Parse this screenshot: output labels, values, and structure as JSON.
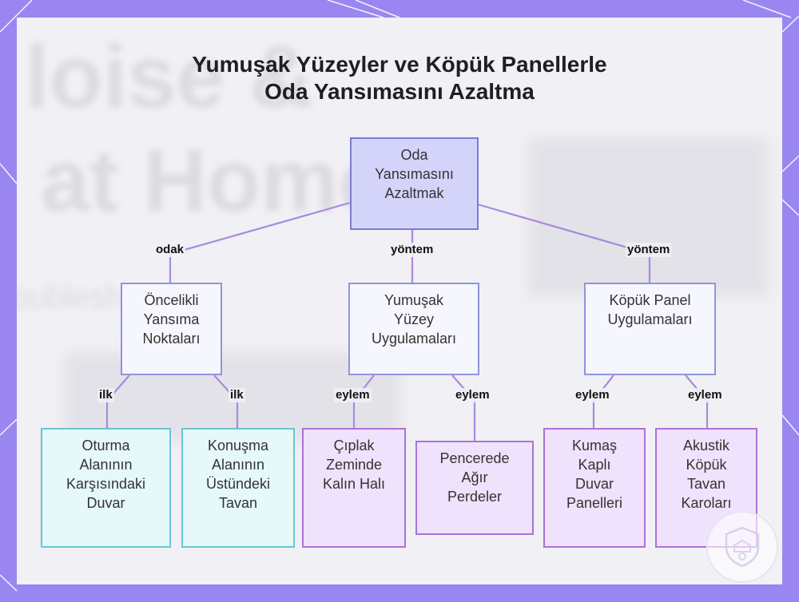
{
  "title": {
    "line1": "Yumuşak Yüzeyler ve Köpük Panellerle",
    "line2": "Oda Yansımasını Azaltma"
  },
  "background_text": {
    "line1": "loise &",
    "line2": "at Home",
    "line3": "roubleshooting"
  },
  "nodes": {
    "root": [
      "Oda",
      "Yansımasını",
      "Azaltmak"
    ],
    "priority": [
      "Öncelikli",
      "Yansıma",
      "Noktaları"
    ],
    "soft": [
      "Yumuşak",
      "Yüzey",
      "Uygulamaları"
    ],
    "foam": [
      "Köpük Panel",
      "Uygulamaları"
    ],
    "wall": [
      "Oturma",
      "Alanının",
      "Karşısındaki",
      "Duvar"
    ],
    "ceiling": [
      "Konuşma",
      "Alanının",
      "Üstündeki",
      "Tavan"
    ],
    "rug": [
      "Çıplak",
      "Zeminde",
      "Kalın Halı"
    ],
    "curtains": [
      "Pencerede",
      "Ağır",
      "Perdeler"
    ],
    "fabric": [
      "Kumaş",
      "Kaplı",
      "Duvar",
      "Panelleri"
    ],
    "tiles": [
      "Akustik",
      "Köpük",
      "Tavan",
      "Karoları"
    ]
  },
  "edge_labels": {
    "root_priority": "odak",
    "root_soft": "yöntem",
    "root_foam": "yöntem",
    "priority_wall": "ilk",
    "priority_ceiling": "ilk",
    "soft_rug": "eylem",
    "soft_curtains": "eylem",
    "foam_fabric": "eylem",
    "foam_tiles": "eylem"
  },
  "colors": {
    "frame": "#9a86f0",
    "root_fill": "#d4d4fb",
    "mid_fill": "#f6f7fe",
    "cyan_fill": "#e5f9fb",
    "violet_fill": "#efe2fc",
    "edge": "#a88ae0"
  },
  "icons": {
    "watermark": "shield-logo-icon"
  }
}
